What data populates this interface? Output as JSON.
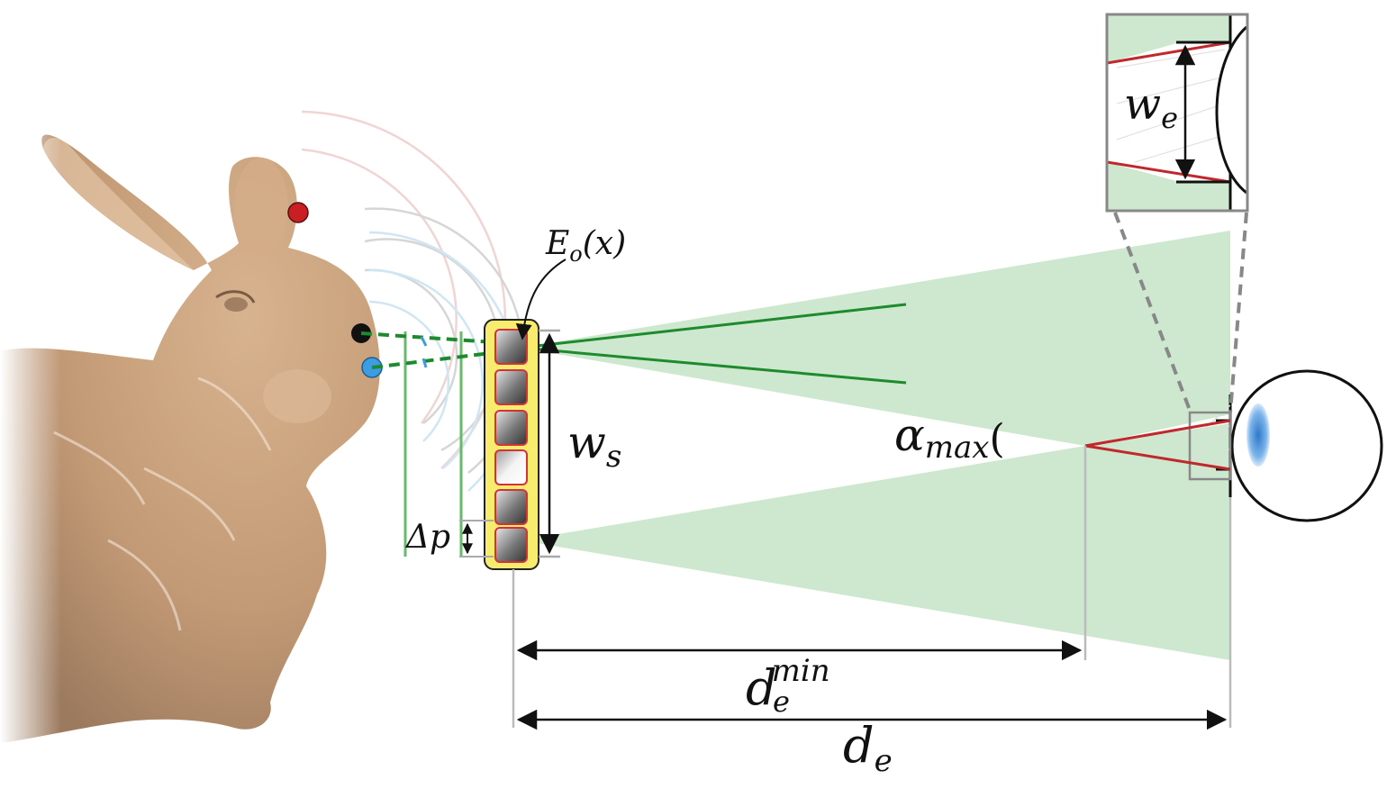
{
  "labels": {
    "emitter": "E",
    "emitter_sub": "o",
    "emitter_arg": "(x)",
    "screen_width": "w",
    "screen_width_sub": "s",
    "pixel_pitch": "Δp",
    "eye_width": "w",
    "eye_width_sub": "e",
    "alpha": "α",
    "alpha_sub": "max",
    "alpha_paren": "(",
    "dmin": "d",
    "dmin_sub": "e",
    "dmin_sup": "min",
    "de": "d",
    "de_sub": "e"
  },
  "colors": {
    "frustum": "#cde8cf",
    "frustum_stroke": "#8fbf93",
    "ray_green": "#1e8a2e",
    "ray_red": "#c0282c",
    "panel": "#f7ec6e",
    "pixel_border": "#d2333b",
    "point_red": "#c81e24",
    "point_black": "#111111",
    "point_blue": "#3d9de0",
    "bunny": "#c9a07a",
    "cornea": "#4a90d9"
  },
  "pixels": [
    {
      "shade": "dark"
    },
    {
      "shade": "dark"
    },
    {
      "shade": "dark"
    },
    {
      "shade": "light"
    },
    {
      "shade": "dark"
    },
    {
      "shade": "dark"
    }
  ]
}
